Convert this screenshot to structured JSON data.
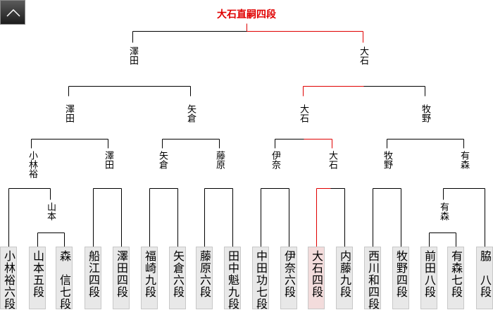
{
  "nav": {
    "up_button_icon": "chevron-up-icon"
  },
  "title": "大石直嗣四段",
  "colors": {
    "winner_line": "#e00000",
    "leaf_bg": "#e8e8e8",
    "winner_leaf_bg": "#f3dcdc"
  },
  "players": [
    {
      "name": "小林裕六段"
    },
    {
      "name": "山本五段"
    },
    {
      "name": "森　信七段"
    },
    {
      "name": "船江四段"
    },
    {
      "name": "澤田四段"
    },
    {
      "name": "福崎九段"
    },
    {
      "name": "矢倉六段"
    },
    {
      "name": "藤原六段"
    },
    {
      "name": "田中魁九段"
    },
    {
      "name": "中田功七段"
    },
    {
      "name": "伊奈六段"
    },
    {
      "name": "大石四段"
    },
    {
      "name": "内藤九段"
    },
    {
      "name": "西川和四段"
    },
    {
      "name": "牧野四段"
    },
    {
      "name": "前田八段"
    },
    {
      "name": "有森七段"
    },
    {
      "name": "脇　八段"
    }
  ],
  "round1_winners": [
    "山本",
    "有森"
  ],
  "round2_winners": [
    "小林裕",
    "澤田",
    "矢倉",
    "藤原",
    "伊奈",
    "大石",
    "牧野",
    "有森"
  ],
  "round3_winners": [
    "澤田",
    "矢倉",
    "大石",
    "牧野"
  ],
  "semifinal_winners": [
    "澤田",
    "大石"
  ]
}
